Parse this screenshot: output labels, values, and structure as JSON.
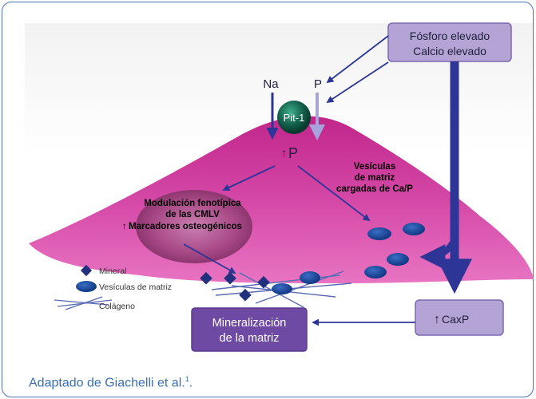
{
  "input_box": {
    "line1": "Fósforo elevado",
    "line2": "Calcio elevado"
  },
  "ions": {
    "na": "Na",
    "p": "P"
  },
  "transporter": "Pit-1",
  "intracellular_p": {
    "arrow": "↑",
    "label": "P"
  },
  "vesicles_label": {
    "line1": "Vesículas",
    "line2": "de matriz",
    "line3": "cargadas de Ca/P"
  },
  "nucleus_text": {
    "line1": "Modulación fenotípica",
    "line2": "de las CMLV",
    "arrow": "↑",
    "line3": "Marcadores osteogénicos"
  },
  "legend": {
    "mineral": "Mineral",
    "vesicles": "Vesículas de matriz",
    "collagen": "Colágeno"
  },
  "caxp_box": {
    "arrow": "↑",
    "label": "CaxP"
  },
  "mineralization_box": {
    "line1": "Mineralización",
    "line2": "de la matriz"
  },
  "caption": {
    "text": "Adaptado de Giachelli et al.",
    "ref": "1",
    "suffix": "."
  },
  "colors": {
    "cell": "#c8308f",
    "arrow": "#2d3597",
    "box_lavender": "#b4a3d5",
    "box_purple": "#6f4aa5",
    "caption": "#3b6fb6"
  }
}
